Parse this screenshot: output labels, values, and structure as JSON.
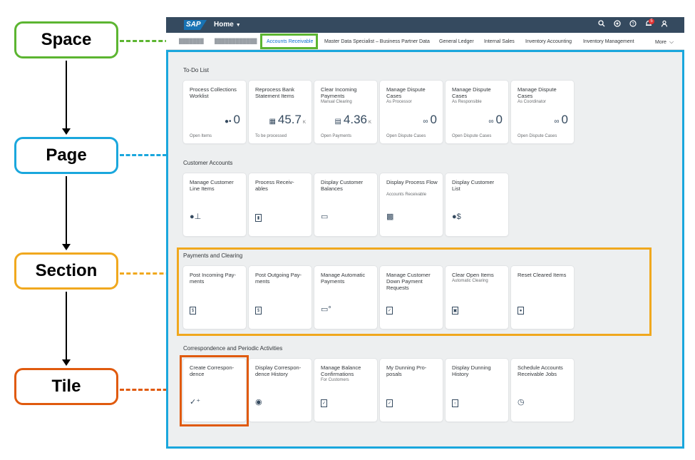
{
  "legend": {
    "space": "Space",
    "page": "Page",
    "section": "Section",
    "tile": "Tile",
    "colors": {
      "space": "#5cb531",
      "page": "#1aa7dd",
      "section": "#f0a81e",
      "tile": "#e05a0e"
    }
  },
  "shell": {
    "logo": "SAP",
    "home_label": "Home",
    "icons": [
      "search-icon",
      "copilot-icon",
      "help-icon",
      "notifications-icon",
      "user-icon"
    ],
    "notification_count": "5"
  },
  "tabs": {
    "items": [
      "Accounts Receivable",
      "Master Data Specialist – Business Partner Data",
      "General Ledger",
      "Internal Sales",
      "Inventory Accounting",
      "Inventory Management"
    ],
    "more": "More"
  },
  "sections": [
    {
      "title": "To-Do List",
      "tiles": [
        {
          "title": "Process Collections Worklist",
          "subtitle": "",
          "value": "0",
          "scale": "",
          "footer": "Open Items",
          "icon": "people-icon"
        },
        {
          "title": "Reprocess Bank Statement Items",
          "subtitle": "",
          "value": "45.7",
          "scale": "K",
          "footer": "To be processed",
          "icon": "bank-icon"
        },
        {
          "title": "Clear Incoming Payments",
          "subtitle": "Manual Clearing",
          "value": "4.36",
          "scale": "K",
          "footer": "Open Payments",
          "icon": "payment-icon"
        },
        {
          "title": "Manage Dispute Cases",
          "subtitle": "As Processor",
          "value": "0",
          "scale": "",
          "footer": "Open Dispute Cases",
          "icon": "dispute-icon"
        },
        {
          "title": "Manage Dispute Cases",
          "subtitle": "As Responsible",
          "value": "0",
          "scale": "",
          "footer": "Open Dispute Cases",
          "icon": "dispute-icon"
        },
        {
          "title": "Manage Dispute Cases",
          "subtitle": "As Coordinator",
          "value": "0",
          "scale": "",
          "footer": "Open Dispute Cases",
          "icon": "dispute-icon"
        }
      ]
    },
    {
      "title": "Customer Accounts",
      "tiles": [
        {
          "title": "Manage Customer Line Items",
          "subtitle": "",
          "icon": "customer-icon"
        },
        {
          "title": "Process Receiv-ables",
          "subtitle": "",
          "icon": "receivables-icon"
        },
        {
          "title": "Display Customer Balances",
          "subtitle": "",
          "icon": "balance-icon"
        },
        {
          "title": "Display Process Flow",
          "subtitle": "Accounts Receivable",
          "icon": "process-flow-icon"
        },
        {
          "title": "Display Customer List",
          "subtitle": "",
          "icon": "customer-list-icon"
        }
      ]
    },
    {
      "title": "Payments and Clearing",
      "tiles": [
        {
          "title": "Post Incoming Pay-ments",
          "subtitle": "",
          "icon": "dollar-doc-icon"
        },
        {
          "title": "Post Outgoing Pay-ments",
          "subtitle": "",
          "icon": "dollar-doc-icon"
        },
        {
          "title": "Manage Automatic Payments",
          "subtitle": "",
          "icon": "auto-payment-icon"
        },
        {
          "title": "Manage Customer Down Payment Requests",
          "subtitle": "",
          "icon": "down-payment-icon"
        },
        {
          "title": "Clear Open Items",
          "subtitle": "Automatic Clearing",
          "icon": "clear-doc-icon"
        },
        {
          "title": "Reset Cleared Items",
          "subtitle": "",
          "icon": "reset-icon"
        }
      ]
    },
    {
      "title": "Correspondence and Periodic Activities",
      "tiles": [
        {
          "title": "Create Correspon-dence",
          "subtitle": "",
          "icon": "create-correspondence-icon"
        },
        {
          "title": "Display Correspon-dence History",
          "subtitle": "",
          "icon": "history-icon"
        },
        {
          "title": "Manage Balance Confirmations",
          "subtitle": "For Customers",
          "icon": "confirmation-icon"
        },
        {
          "title": "My Dunning Pro-posals",
          "subtitle": "",
          "icon": "dunning-icon"
        },
        {
          "title": "Display Dunning History",
          "subtitle": "",
          "icon": "dunning-history-icon"
        },
        {
          "title": "Schedule Accounts Receivable Jobs",
          "subtitle": "",
          "icon": "schedule-icon"
        }
      ]
    }
  ]
}
